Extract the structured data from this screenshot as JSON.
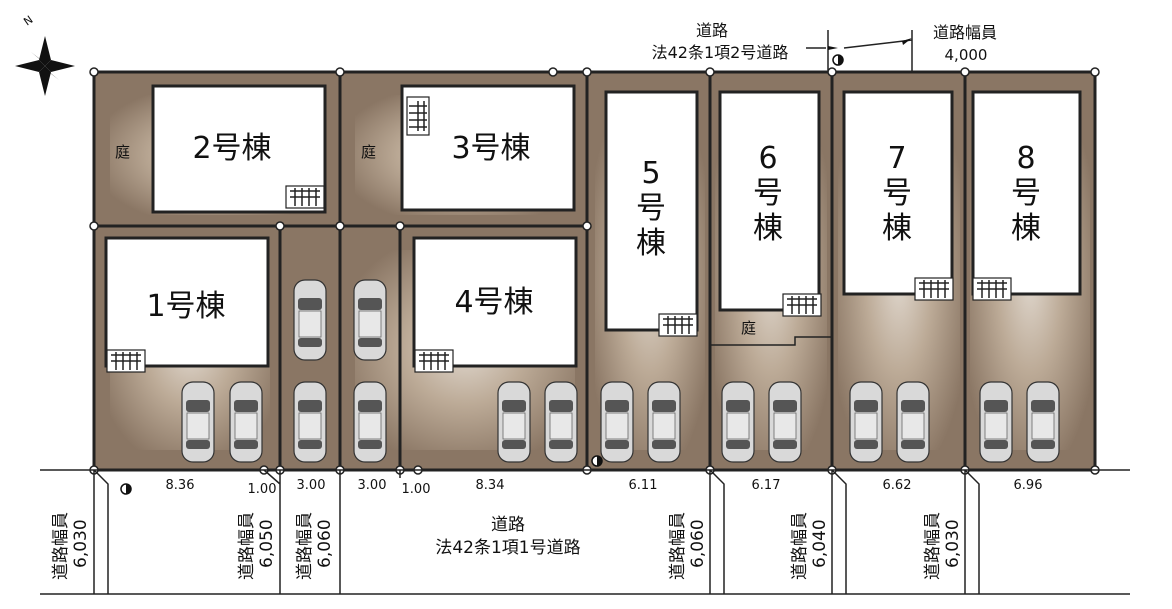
{
  "compass": {
    "north_label": "N"
  },
  "top_road": {
    "title": "道路",
    "subtitle": "法42条1項2号道路",
    "width_label": "道路幅員",
    "width_value": "4,000"
  },
  "bottom_road": {
    "title": "道路",
    "subtitle": "法42条1項1号道路"
  },
  "buildings": [
    {
      "id": "1",
      "label": "1号棟"
    },
    {
      "id": "2",
      "label": "2号棟"
    },
    {
      "id": "3",
      "label": "3号棟"
    },
    {
      "id": "4",
      "label": "4号棟"
    },
    {
      "id": "5",
      "label": "5号棟"
    },
    {
      "id": "6",
      "label": "6号棟"
    },
    {
      "id": "7",
      "label": "7号棟"
    },
    {
      "id": "8",
      "label": "8号棟"
    }
  ],
  "garden_label": "庭",
  "frontage_dims": [
    "8.36",
    "1.00",
    "3.00",
    "3.00",
    "1.00",
    "8.34",
    "6.11",
    "6.17",
    "6.62",
    "6.96"
  ],
  "road_widths": [
    {
      "label": "道路幅員",
      "value": "6,030"
    },
    {
      "label": "道路幅員",
      "value": "6,050"
    },
    {
      "label": "道路幅員",
      "value": "6,060"
    },
    {
      "label": "道路幅員",
      "value": "6,060"
    },
    {
      "label": "道路幅員",
      "value": "6,040"
    },
    {
      "label": "道路幅員",
      "value": "6,030"
    }
  ],
  "colors": {
    "lot": "#8a7664",
    "outline": "#222222",
    "building": "#ffffff"
  }
}
